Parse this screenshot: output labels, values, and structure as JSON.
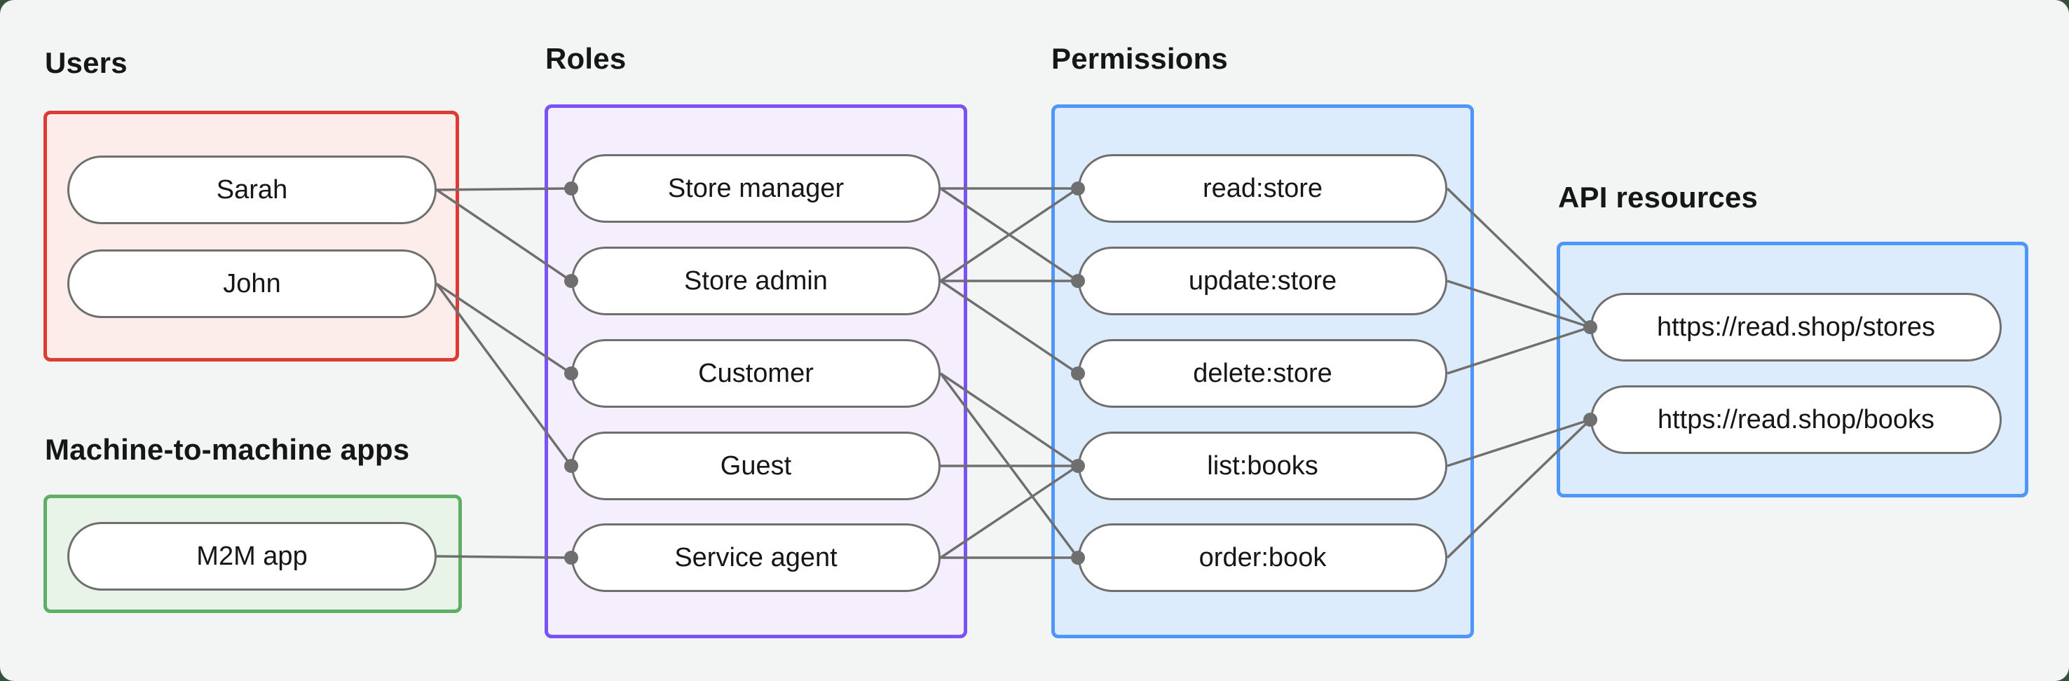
{
  "groups": {
    "users": {
      "label": "Users",
      "border_color": "#dd3b33",
      "fill_color": "#fcedeb"
    },
    "roles": {
      "label": "Roles",
      "border_color": "#7a52f5",
      "fill_color": "#f5eefd"
    },
    "permissions": {
      "label": "Permissions",
      "border_color": "#4e96f7",
      "fill_color": "#ddecfc"
    },
    "api_resources": {
      "label": "API resources",
      "border_color": "#4e96f7",
      "fill_color": "#ddecfc"
    },
    "m2m": {
      "label": "Machine-to-machine apps",
      "border_color": "#5fae63",
      "fill_color": "#e9f4e9"
    }
  },
  "nodes": {
    "sarah": {
      "label": "Sarah",
      "group": "users"
    },
    "john": {
      "label": "John",
      "group": "users"
    },
    "m2m_app": {
      "label": "M2M app",
      "group": "m2m"
    },
    "store_manager": {
      "label": "Store manager",
      "group": "roles"
    },
    "store_admin": {
      "label": "Store admin",
      "group": "roles"
    },
    "customer": {
      "label": "Customer",
      "group": "roles"
    },
    "guest": {
      "label": "Guest",
      "group": "roles"
    },
    "service_agent": {
      "label": "Service agent",
      "group": "roles"
    },
    "read_store": {
      "label": "read:store",
      "group": "permissions"
    },
    "update_store": {
      "label": "update:store",
      "group": "permissions"
    },
    "delete_store": {
      "label": "delete:store",
      "group": "permissions"
    },
    "list_books": {
      "label": "list:books",
      "group": "permissions"
    },
    "order_book": {
      "label": "order:book",
      "group": "permissions"
    },
    "stores_api": {
      "label": "https://read.shop/stores",
      "group": "api_resources"
    },
    "books_api": {
      "label": "https://read.shop/books",
      "group": "api_resources"
    }
  },
  "edges": [
    [
      "sarah",
      "store_manager"
    ],
    [
      "sarah",
      "store_admin"
    ],
    [
      "john",
      "customer"
    ],
    [
      "john",
      "guest"
    ],
    [
      "m2m_app",
      "service_agent"
    ],
    [
      "store_manager",
      "read_store"
    ],
    [
      "store_manager",
      "update_store"
    ],
    [
      "store_admin",
      "read_store"
    ],
    [
      "store_admin",
      "update_store"
    ],
    [
      "store_admin",
      "delete_store"
    ],
    [
      "customer",
      "list_books"
    ],
    [
      "customer",
      "order_book"
    ],
    [
      "guest",
      "list_books"
    ],
    [
      "service_agent",
      "list_books"
    ],
    [
      "service_agent",
      "order_book"
    ],
    [
      "read_store",
      "stores_api"
    ],
    [
      "update_store",
      "stores_api"
    ],
    [
      "delete_store",
      "stores_api"
    ],
    [
      "list_books",
      "books_api"
    ],
    [
      "order_book",
      "books_api"
    ]
  ],
  "style": {
    "edge_color": "#6f6f6f",
    "connection_dot_color": "#6f6f6f",
    "node_border_color": "#6f6f6f",
    "node_fill": "#ffffff",
    "text_color": "#161616",
    "canvas_bg": "#f3f5f4",
    "outer_bg": "#35523f"
  }
}
